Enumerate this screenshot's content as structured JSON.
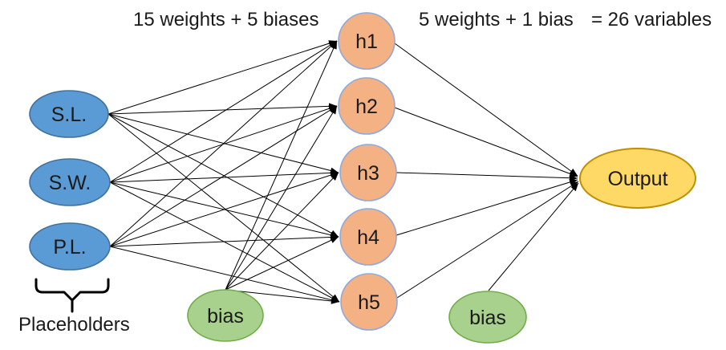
{
  "annotations": {
    "hidden_layer_params": "15 weights + 5 biases",
    "output_layer_params": "5 weights + 1 bias",
    "total_variables": "= 26 variables",
    "placeholders_label": "Placeholders"
  },
  "nodes": {
    "inputs": [
      {
        "label": "S.L."
      },
      {
        "label": "S.W."
      },
      {
        "label": "P.L."
      }
    ],
    "hidden": [
      {
        "label": "h1"
      },
      {
        "label": "h2"
      },
      {
        "label": "h3"
      },
      {
        "label": "h4"
      },
      {
        "label": "h5"
      }
    ],
    "hidden_bias": {
      "label": "bias"
    },
    "output_bias": {
      "label": "bias"
    },
    "output": {
      "label": "Output"
    }
  },
  "colors": {
    "input_fill": "#5B9BD5",
    "input_border": "#41719C",
    "hidden_fill": "#F4B183",
    "hidden_border": "#8FAADC",
    "bias_fill": "#A9D18E",
    "bias_border": "#70AD47",
    "output_fill": "#FFD966",
    "output_border": "#BF9000",
    "edge": "#000000",
    "text": "#1a1a1a"
  }
}
